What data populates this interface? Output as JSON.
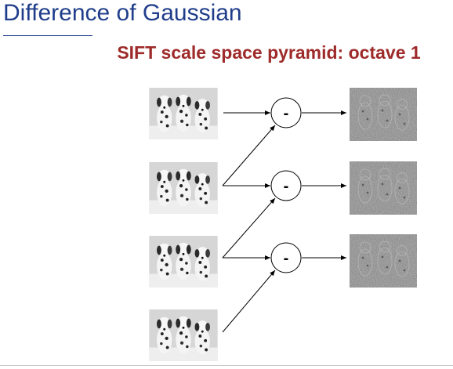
{
  "slide": {
    "title": "Difference of Gaussian",
    "subtitle": "SIFT scale space pyramid: octave 1",
    "operator_symbol": "-",
    "colors": {
      "title": "#1f3d8a",
      "subtitle": "#9e2a2a",
      "arrows": "#000000",
      "dog_background": "#8c8c8c"
    }
  },
  "diagram": {
    "gaussian_images": [
      {
        "icon": "dalmatian-puppies-photo"
      },
      {
        "icon": "dalmatian-puppies-photo"
      },
      {
        "icon": "dalmatian-puppies-photo"
      },
      {
        "icon": "dalmatian-puppies-photo"
      }
    ],
    "subtraction_nodes": 3,
    "dog_images": [
      {
        "icon": "dog-response-image"
      },
      {
        "icon": "dog-response-image"
      },
      {
        "icon": "dog-response-image"
      }
    ]
  }
}
